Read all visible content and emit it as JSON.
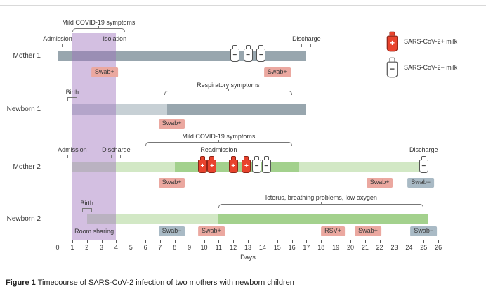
{
  "page": {
    "caption_prefix": "Figure 1",
    "caption_text": "Timecourse of SARS-CoV-2 infection of two mothers with newborn children"
  },
  "legend": {
    "items": [
      {
        "sign": "+",
        "label": "SARS-CoV-2+ milk",
        "bottle": "red"
      },
      {
        "sign": "−",
        "label": "SARS-CoV-2− milk",
        "bottle": "white"
      }
    ]
  },
  "chart_data": {
    "type": "timeline",
    "title": "Timecourse of SARS-CoV-2 infection of two mothers with newborn children",
    "xlabel": "Days",
    "xlim": [
      0,
      26
    ],
    "x_ticks": [
      0,
      1,
      2,
      3,
      4,
      5,
      6,
      7,
      8,
      9,
      10,
      11,
      12,
      13,
      14,
      15,
      16,
      17,
      18,
      19,
      20,
      21,
      22,
      23,
      24,
      25,
      26
    ],
    "colors": {
      "gray_bar": "#98a6ae",
      "gray_bar_light": "#c7d0d5",
      "green_bar": "#a3d18d",
      "green_bar_light": "#d2e8c5",
      "room_share_band": "rgba(158,112,188,0.45)",
      "badge_positive": "#eba8a0",
      "badge_negative": "#a9bac5",
      "bottle_red": "#e8432d"
    },
    "room_sharing": {
      "label": "Room sharing",
      "start": 1,
      "end": 4
    },
    "rows": [
      {
        "label": "Mother 1",
        "segments": [
          {
            "start": 0,
            "end": 17,
            "palette": "gray",
            "shade": "dark"
          }
        ],
        "point_labels": [
          {
            "label": "Admission",
            "day": 0
          },
          {
            "label": "Isolation",
            "day": 3.9
          },
          {
            "label": "Discharge",
            "day": 17
          }
        ],
        "brace_labels": [
          {
            "label": "Mild COVID-19 symptoms",
            "start": 1,
            "end": 4.6
          }
        ],
        "bottles": [
          {
            "day": 12.1,
            "kind": "negative",
            "sign": "−"
          },
          {
            "day": 13.0,
            "kind": "negative",
            "sign": "−"
          },
          {
            "day": 13.9,
            "kind": "negative",
            "sign": "−"
          }
        ],
        "badges": [
          {
            "label": "Swab+",
            "day": 3.2,
            "kind": "positive"
          },
          {
            "label": "Swab+",
            "day": 15.0,
            "kind": "positive"
          }
        ]
      },
      {
        "label": "Newborn 1",
        "segments": [
          {
            "start": 1,
            "end": 7.5,
            "palette": "gray",
            "shade": "light"
          },
          {
            "start": 7.5,
            "end": 17,
            "palette": "gray",
            "shade": "dark"
          }
        ],
        "point_labels": [
          {
            "label": "Birth",
            "day": 1
          }
        ],
        "brace_labels": [
          {
            "label": "Respiratory symptoms",
            "start": 7.3,
            "end": 16
          }
        ],
        "bottles": [],
        "badges": [
          {
            "label": "Swab+",
            "day": 7.8,
            "kind": "positive"
          }
        ]
      },
      {
        "label": "Mother 2",
        "segments": [
          {
            "start": 1,
            "end": 8,
            "palette": "green",
            "shade": "light"
          },
          {
            "start": 8,
            "end": 16.5,
            "palette": "green",
            "shade": "dark"
          },
          {
            "start": 16.5,
            "end": 25,
            "palette": "green",
            "shade": "light"
          }
        ],
        "point_labels": [
          {
            "label": "Admission",
            "day": 1
          },
          {
            "label": "Discharge",
            "day": 4
          },
          {
            "label": "Readmission",
            "day": 11
          },
          {
            "label": "Discharge",
            "day": 25
          }
        ],
        "brace_labels": [
          {
            "label": "Mild COVID-19 symptoms",
            "start": 6,
            "end": 16
          }
        ],
        "bottles": [
          {
            "day": 9.9,
            "kind": "positive",
            "sign": "+"
          },
          {
            "day": 10.55,
            "kind": "positive",
            "sign": "+"
          },
          {
            "day": 12.0,
            "kind": "positive",
            "sign": "+"
          },
          {
            "day": 12.9,
            "kind": "positive",
            "sign": "+"
          },
          {
            "day": 13.6,
            "kind": "negative",
            "sign": "−"
          },
          {
            "day": 14.25,
            "kind": "negative",
            "sign": "−"
          },
          {
            "day": 25.0,
            "kind": "negative",
            "sign": "−"
          }
        ],
        "badges": [
          {
            "label": "Swab+",
            "day": 7.8,
            "kind": "positive"
          },
          {
            "label": "Swab+",
            "day": 22.0,
            "kind": "positive"
          },
          {
            "label": "Swab−",
            "day": 24.8,
            "kind": "negative"
          }
        ]
      },
      {
        "label": "Newborn 2",
        "segments": [
          {
            "start": 2,
            "end": 11,
            "palette": "green",
            "shade": "light"
          },
          {
            "start": 11,
            "end": 25.3,
            "palette": "green",
            "shade": "dark"
          }
        ],
        "point_labels": [
          {
            "label": "Birth",
            "day": 2
          }
        ],
        "brace_labels": [
          {
            "label": "Icterus, breathing problems, low oxygen",
            "start": 11,
            "end": 25
          }
        ],
        "bottles": [],
        "badges": [
          {
            "label": "Swab−",
            "day": 7.8,
            "kind": "negative"
          },
          {
            "label": "Swab+",
            "day": 10.5,
            "kind": "positive"
          },
          {
            "label": "RSV+",
            "day": 18.8,
            "kind": "positive"
          },
          {
            "label": "Swab+",
            "day": 21.2,
            "kind": "positive"
          },
          {
            "label": "Swab−",
            "day": 25.0,
            "kind": "negative"
          }
        ]
      }
    ]
  }
}
